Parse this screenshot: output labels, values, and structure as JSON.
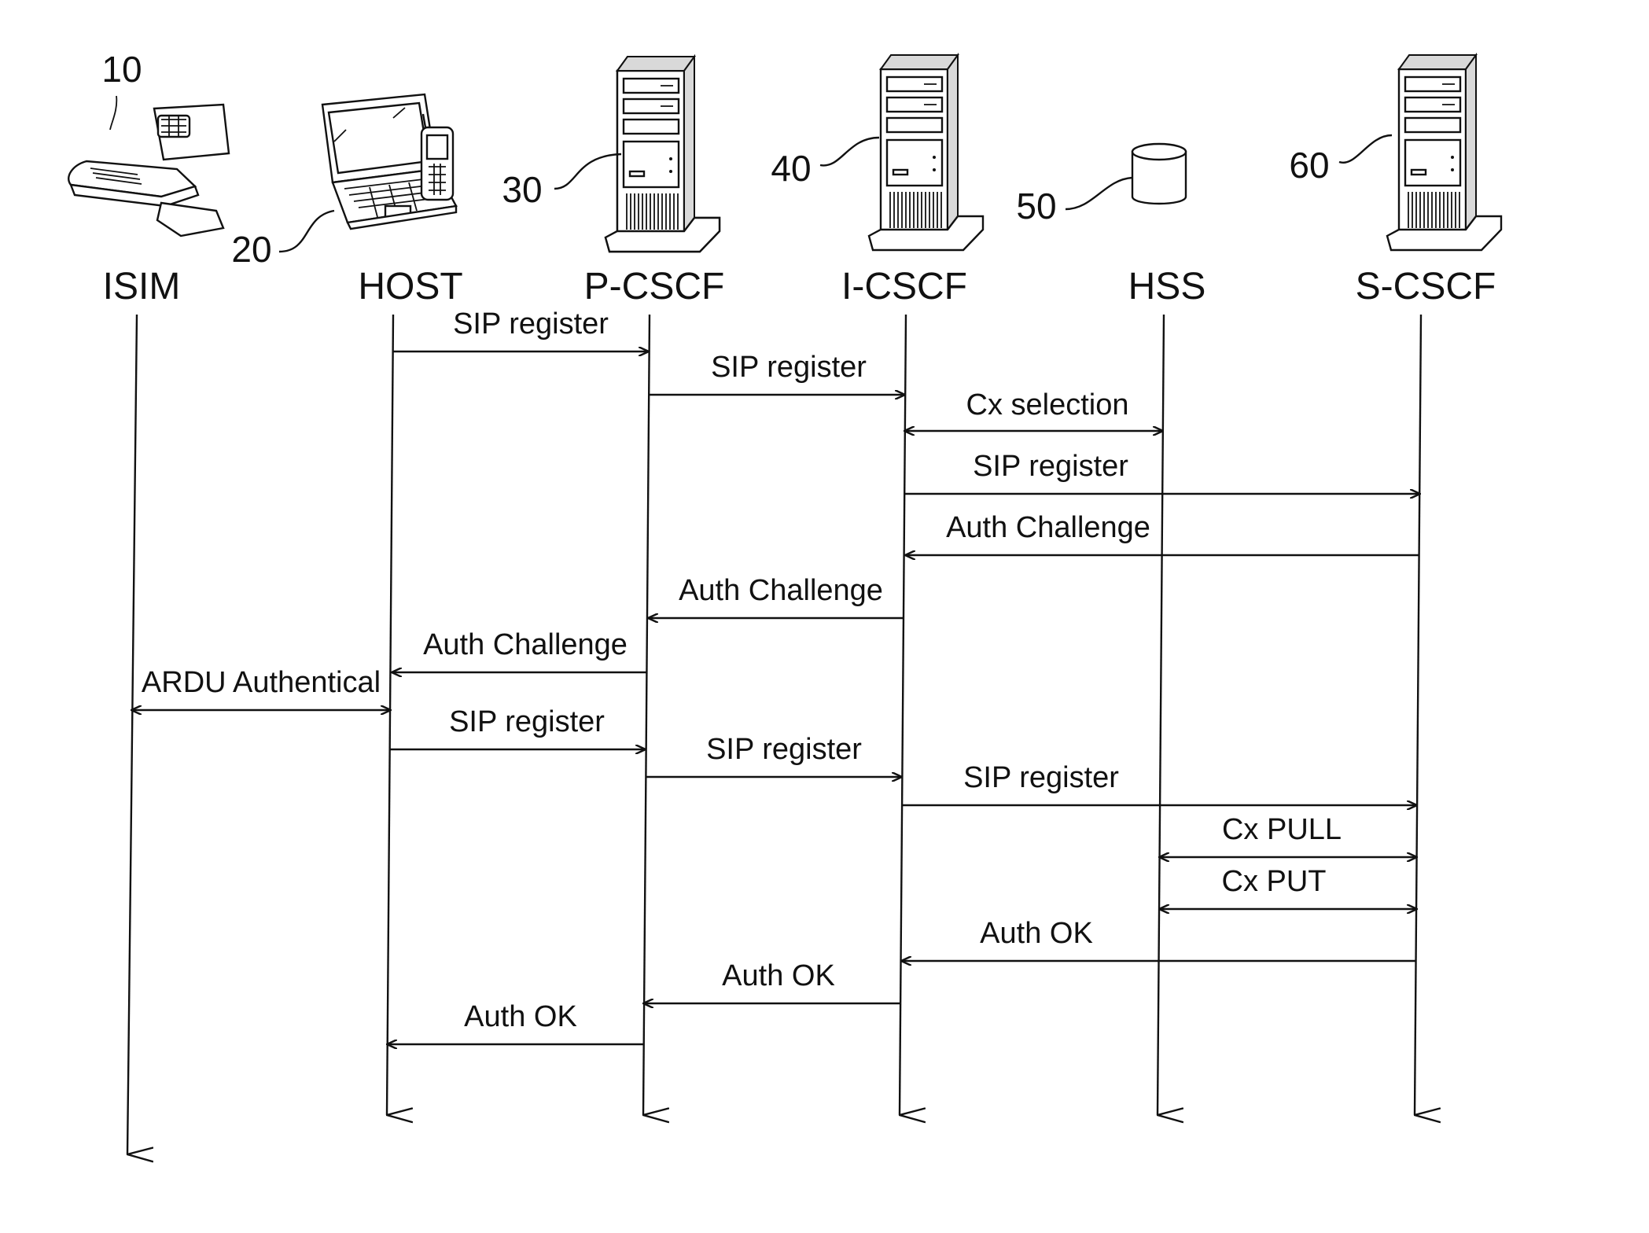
{
  "entities": {
    "isim": {
      "label": "ISIM",
      "ref": "10"
    },
    "host": {
      "label": "HOST",
      "ref": "20"
    },
    "pcscf": {
      "label": "P-CSCF",
      "ref": "30"
    },
    "icscf": {
      "label": "I-CSCF",
      "ref": "40"
    },
    "hss": {
      "label": "HSS",
      "ref": "50"
    },
    "scscf": {
      "label": "S-CSCF",
      "ref": "60"
    }
  },
  "messages": [
    {
      "label": "SIP register",
      "from": "host",
      "to": "pcscf",
      "bidirectional": false
    },
    {
      "label": "SIP register",
      "from": "pcscf",
      "to": "icscf",
      "bidirectional": false
    },
    {
      "label": "Cx selection",
      "from": "icscf",
      "to": "hss",
      "bidirectional": true
    },
    {
      "label": "SIP register",
      "from": "icscf",
      "to": "scscf",
      "bidirectional": false
    },
    {
      "label": "Auth Challenge",
      "from": "scscf",
      "to": "icscf",
      "bidirectional": false
    },
    {
      "label": "Auth Challenge",
      "from": "icscf",
      "to": "pcscf",
      "bidirectional": false
    },
    {
      "label": "Auth Challenge",
      "from": "pcscf",
      "to": "host",
      "bidirectional": false
    },
    {
      "label": "ARDU Authentical",
      "from": "isim",
      "to": "host",
      "bidirectional": true
    },
    {
      "label": "SIP register",
      "from": "host",
      "to": "pcscf",
      "bidirectional": false
    },
    {
      "label": "SIP register",
      "from": "pcscf",
      "to": "icscf",
      "bidirectional": false
    },
    {
      "label": "SIP register",
      "from": "icscf",
      "to": "scscf",
      "bidirectional": false
    },
    {
      "label": "Cx PULL",
      "from": "hss",
      "to": "scscf",
      "bidirectional": true
    },
    {
      "label": "Cx PUT",
      "from": "hss",
      "to": "scscf",
      "bidirectional": true
    },
    {
      "label": "Auth OK",
      "from": "scscf",
      "to": "icscf",
      "bidirectional": false
    },
    {
      "label": "Auth OK",
      "from": "icscf",
      "to": "pcscf",
      "bidirectional": false
    },
    {
      "label": "Auth OK",
      "from": "pcscf",
      "to": "host",
      "bidirectional": false
    }
  ]
}
